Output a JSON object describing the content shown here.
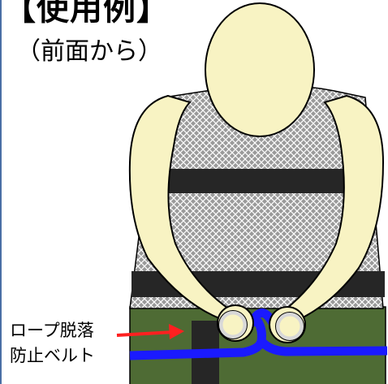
{
  "header": {
    "title": "【使用例】",
    "view_note": "（前面から）"
  },
  "annotation": {
    "line1": "ロープ脱落",
    "line2": "防止ベルト"
  },
  "colors": {
    "skin": "#f8f3c3",
    "vest_pattern": "#a6a6a6",
    "vest_band": "#262626",
    "pants": "#4e6b34",
    "belt": "#1a1aff",
    "arrow": "#ff2020",
    "frame": "#4a6fa5"
  }
}
